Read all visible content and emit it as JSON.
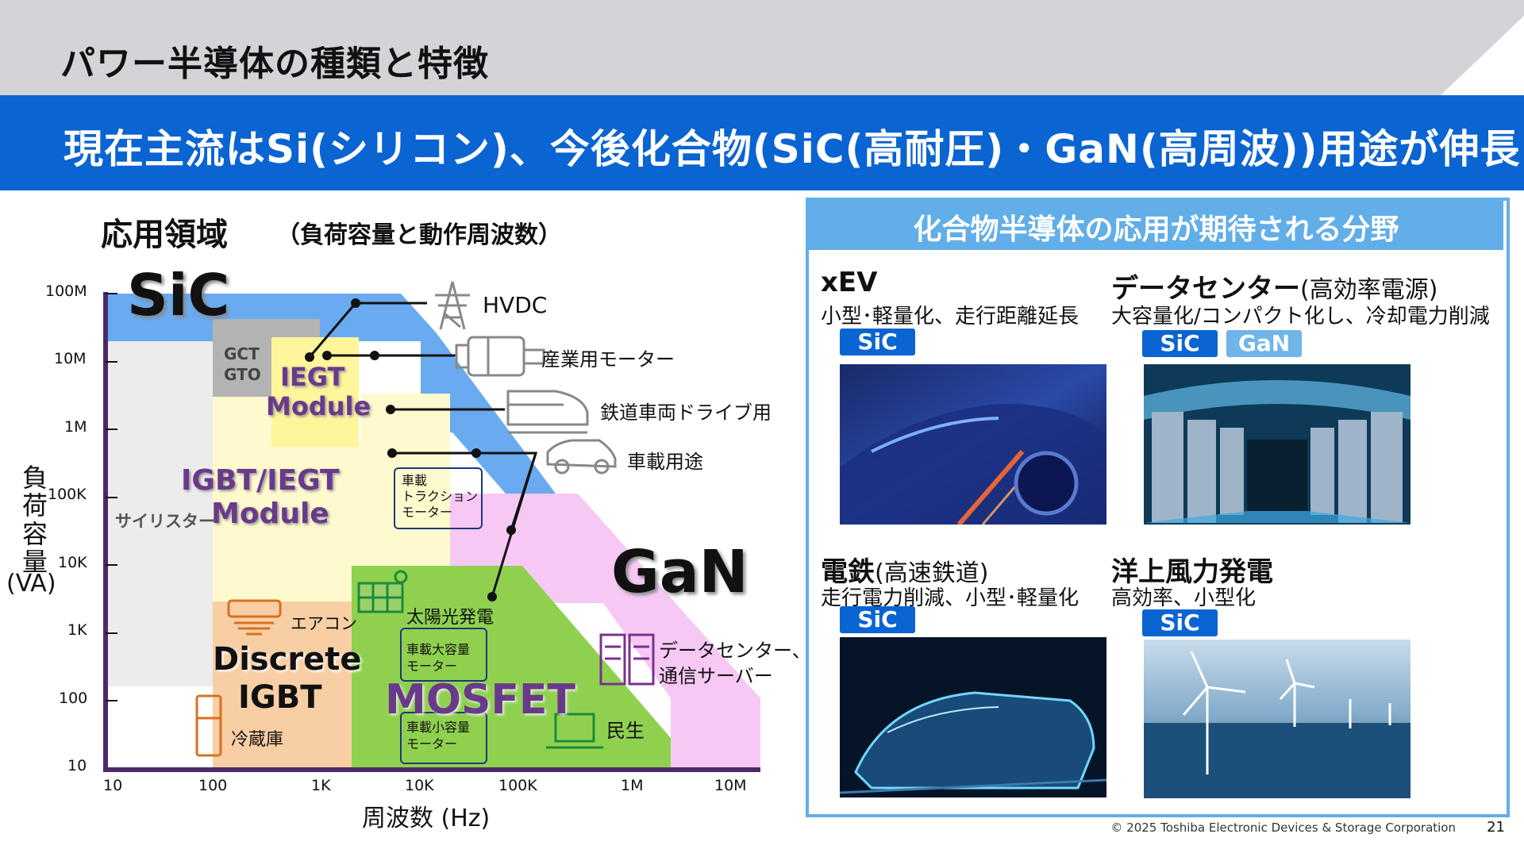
{
  "title": "パワー半導体の種類と特徴",
  "banner": "現在主流はSi(シリコン)、今後化合物(SiC(高耐圧)・GaN(高周波))用途が伸長",
  "section": {
    "title": "応用領域",
    "subtitle": "（負荷容量と動作周波数）"
  },
  "chart": {
    "y_label_chars": [
      "負",
      "荷",
      "容",
      "量"
    ],
    "y_label_unit": "(VA)",
    "x_label": "周波数 (Hz)",
    "y_ticks": [
      "100M",
      "10M",
      "1M",
      "100K",
      "10K",
      "1K",
      "100",
      "10"
    ],
    "x_ticks": [
      "10",
      "100",
      "1K",
      "10K",
      "100K",
      "1M",
      "10M"
    ],
    "regions": {
      "sic": "SiC",
      "gan": "GaN",
      "gct": "GCT",
      "gto": "GTO",
      "iegt1": "IEGT",
      "iegt2": "Module",
      "igbt1": "IGBT/IEGT",
      "igbt2": "Module",
      "thyristor": "サイリスター",
      "discrete1": "Discrete",
      "discrete2": "IGBT",
      "mosfet": "MOSFET"
    },
    "applications": {
      "hvdc": "HVDC",
      "motor": "産業用モーター",
      "rail": "鉄道車両ドライブ用",
      "car": "車載用途",
      "traction": [
        "車載",
        "トラクション",
        "モーター"
      ],
      "aircon": "エアコン",
      "solar": "太陽光発電",
      "car_large": [
        "車載大容量",
        "モーター"
      ],
      "car_small": [
        "車載小容量",
        "モーター"
      ],
      "datacenter": [
        "データセンター、",
        "通信サーバー"
      ],
      "consumer": "民生",
      "fridge": "冷蔵庫"
    },
    "colors": {
      "sic": "#6aaaf0",
      "gan": "#f8c8f5",
      "thyristor": "#ececec",
      "gct": "#b3b3b3",
      "iegt": "#fff59a",
      "igbt": "#fffacd",
      "discrete": "#f8cfa4",
      "mosfet": "#8fd14f",
      "axis": "#4a2a6a"
    }
  },
  "panel": {
    "title": "化合物半導体の応用が期待される分野",
    "items": [
      {
        "title": "xEV",
        "title_paren": "",
        "desc": "小型･軽量化、走行距離延長",
        "tags": [
          "SiC"
        ]
      },
      {
        "title": "データセンター",
        "title_paren": "(高効率電源)",
        "desc": "大容量化/コンパクト化し、冷却電力削減",
        "tags": [
          "SiC",
          "GaN"
        ]
      },
      {
        "title": "電鉄",
        "title_paren": "(高速鉄道)",
        "desc": "走行電力削減、小型･軽量化",
        "tags": [
          "SiC"
        ]
      },
      {
        "title": "洋上風力発電",
        "title_paren": "",
        "desc": "高効率、小型化",
        "tags": [
          "SiC"
        ]
      }
    ]
  },
  "footer": {
    "copyright": "© 2025 Toshiba Electronic Devices & Storage Corporation",
    "page": "21"
  }
}
